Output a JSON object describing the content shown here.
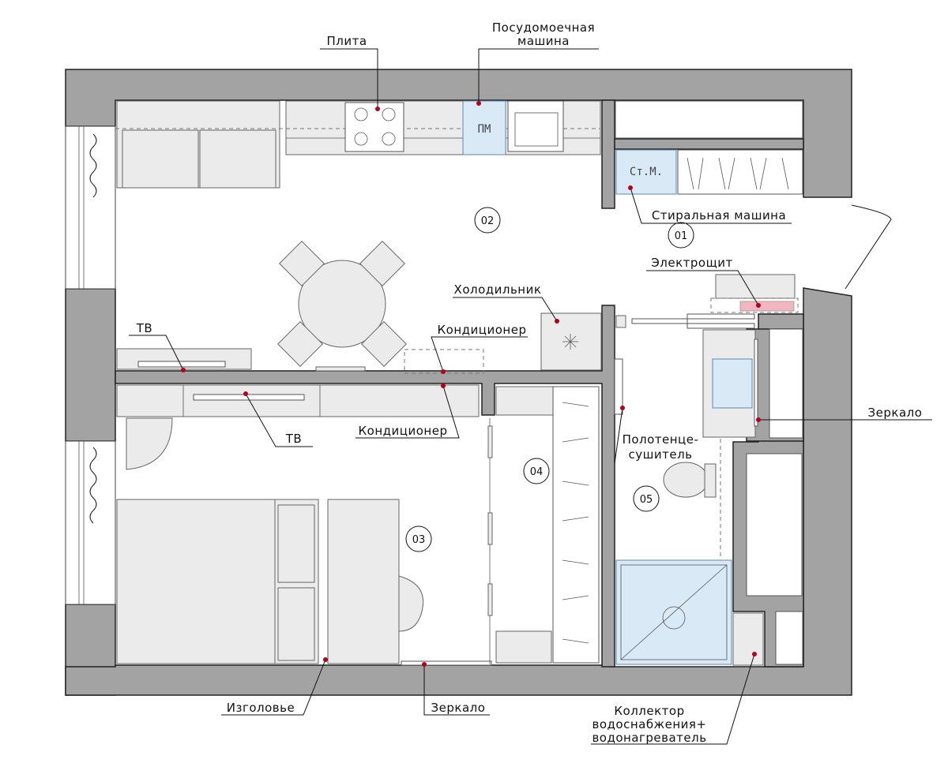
{
  "labels": {
    "stove": "Плита",
    "dishwasher_line1": "Посудомоечная",
    "dishwasher_line2": "машина",
    "washing_machine": "Стиральная машина",
    "electric_panel": "Электрощит",
    "fridge": "Холодильник",
    "ac_top": "Кондиционер",
    "ac_bottom": "Кондиционер",
    "tv_top": "ТВ",
    "tv_bottom": "ТВ",
    "mirror_right": "Зеркало",
    "towel_line1": "Полотенце-",
    "towel_line2": "сушитель",
    "headboard": "Изголовье",
    "mirror_bottom": "Зеркало",
    "collector_line1": "Коллектор",
    "collector_line2": "водоснабжения+",
    "collector_line3": "водонагреватель"
  },
  "fixtures": {
    "dishwasher_mark": "ПМ",
    "washer_mark": "Ст.М."
  },
  "rooms": [
    "01",
    "02",
    "03",
    "04",
    "05"
  ],
  "colors": {
    "wall": "#a3a3a3",
    "blue_fixture": "#d9eaf6",
    "marker": "#b4001a",
    "panel": "#f2b6c0"
  }
}
